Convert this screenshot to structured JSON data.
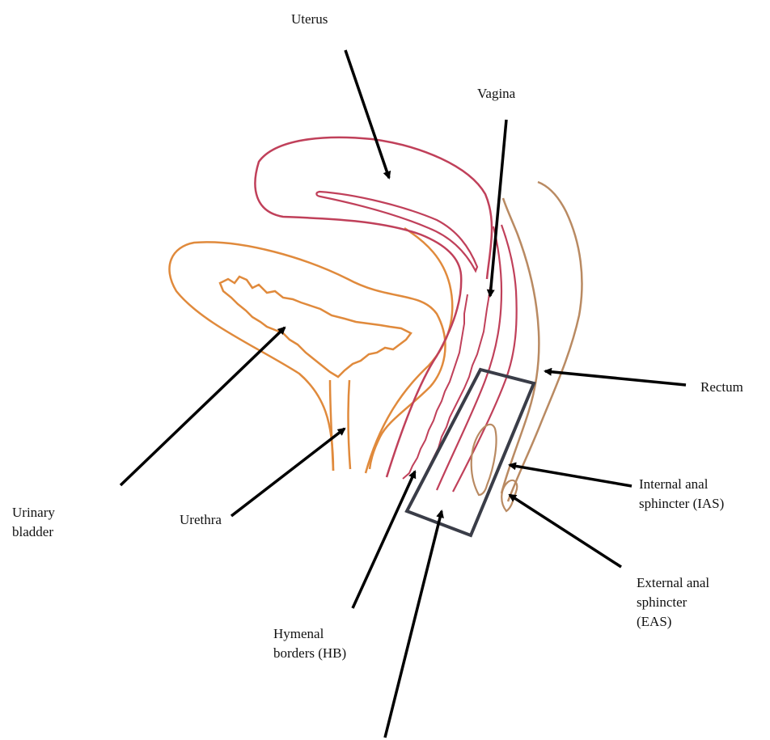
{
  "labels": {
    "uterus": "Uterus",
    "vagina": "Vagina",
    "rectum": "Rectum",
    "urinary_bladder": [
      "Urinary",
      "bladder"
    ],
    "urethra": "Urethra",
    "internal_anal_sphincter": [
      "Internal anal",
      "sphincter (IAS)"
    ],
    "external_anal_sphincter": [
      "External anal",
      "sphincter",
      "(EAS)"
    ],
    "hymenal_borders": [
      "Hymenal",
      "borders (HB)"
    ]
  },
  "colors": {
    "uterus_vagina": "#c0405a",
    "bladder_urethra": "#e08a3c",
    "rectum": "#b98a62",
    "box": "#3a3d48",
    "arrow": "#000000"
  }
}
